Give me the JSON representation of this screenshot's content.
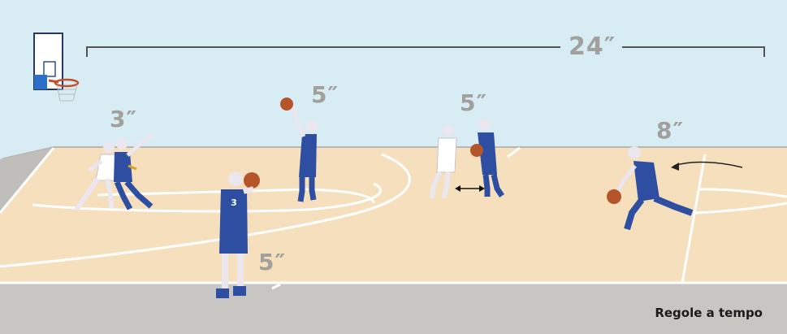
{
  "timeline": {
    "total_label": "24″"
  },
  "timers": {
    "post": "3″",
    "shooter": "5″",
    "holder": "5″",
    "inbound": "5″",
    "dribbler": "8″"
  },
  "caption": "Regole a tempo",
  "colors": {
    "sky": "#d8ecf3",
    "court": "#f6dfbc",
    "wall": "#c8c6c2",
    "jersey": "#2d4ea1",
    "skin": "#ece6ef",
    "ball": "#b4552a",
    "label": "#a2a09c"
  },
  "jersey_number": "3"
}
